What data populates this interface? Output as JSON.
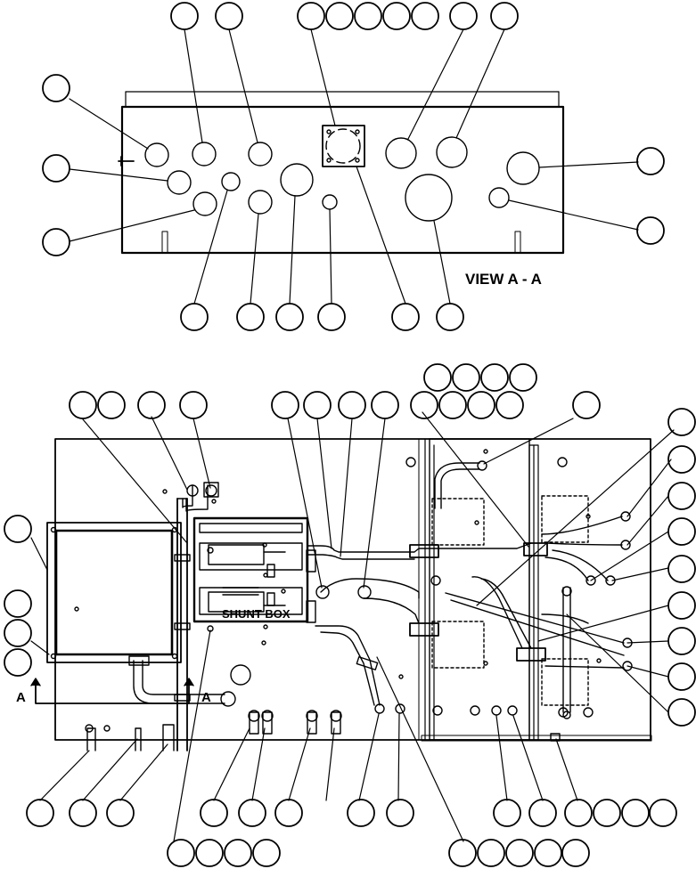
{
  "labels": {
    "view_title": "VIEW A - A",
    "shunt_box": "SHUNT BOX",
    "section_mark_left": "A",
    "section_mark_right": "A"
  },
  "colors": {
    "ink": "#000000",
    "paper": "#ffffff"
  }
}
